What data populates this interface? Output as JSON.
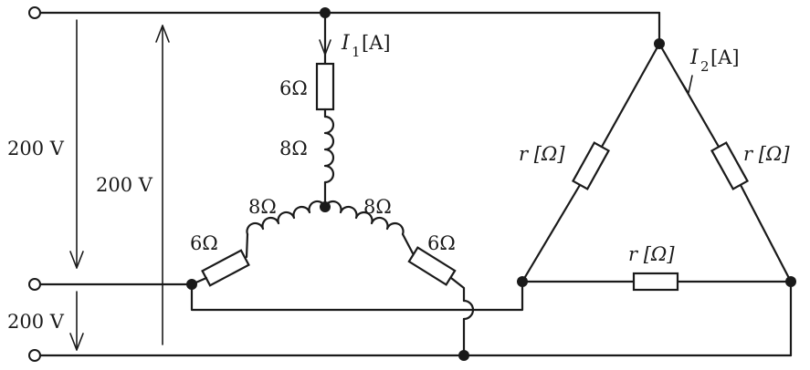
{
  "voltages": {
    "line_upper": "200 V",
    "line_total": "200 V",
    "line_lower": "200 V"
  },
  "star_load": {
    "current_symbol": "I",
    "current_subscript": "1",
    "current_unit": "[A]",
    "top_resistance": "6Ω",
    "top_reactance": "8Ω",
    "left_reactance": "8Ω",
    "left_resistance": "6Ω",
    "right_reactance": "8Ω",
    "right_resistance": "6Ω"
  },
  "delta_load": {
    "current_symbol": "I",
    "current_subscript": "2",
    "current_unit": "[A]",
    "left_resistance": "r [Ω]",
    "right_resistance": "r [Ω]",
    "bottom_resistance": "r [Ω]"
  }
}
